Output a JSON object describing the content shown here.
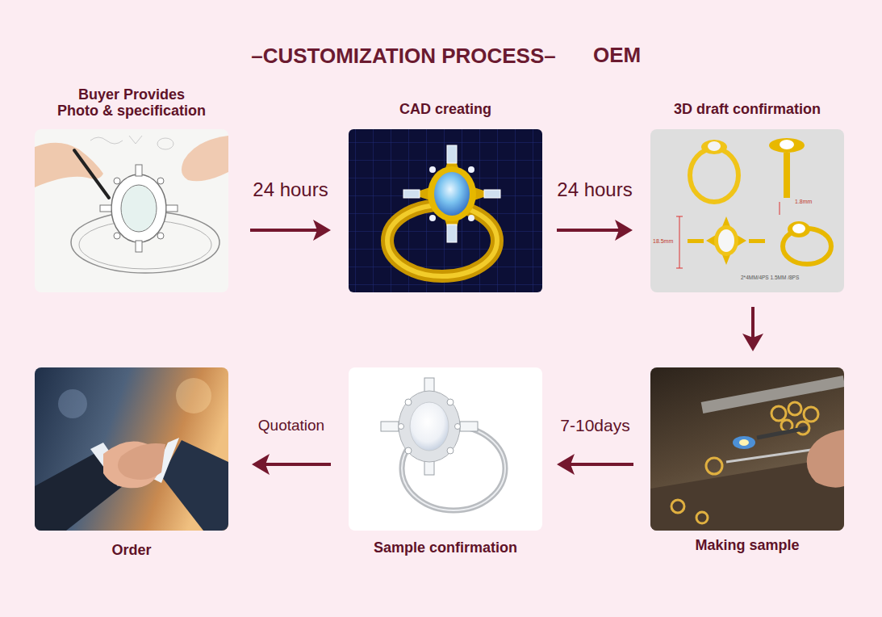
{
  "diagram": {
    "title": "–CUSTOMIZATION PROCESS–",
    "nodes": [
      {
        "text": [
          "Buyer Provides Photo & specification"
        ]
      },
      {
        "text": [
          "CAD creating"
        ]
      },
      {
        "text": [
          "3D draft confirmation"
        ]
      },
      {
        "text": [
          "Making sample"
        ]
      },
      {
        "text": [
          "Sample confirmation"
        ]
      },
      {
        "text": [
          "Order"
        ]
      }
    ],
    "edges": [
      {
        "from": 0,
        "to": 1,
        "arrow": "to",
        "label": "24 hours"
      },
      {
        "from": 1,
        "to": 2,
        "arrow": "to",
        "label": "24 hours"
      },
      {
        "from": 2,
        "to": 3,
        "arrow": "to"
      },
      {
        "from": 3,
        "to": 4,
        "arrow": "to",
        "label": "7-10days"
      },
      {
        "from": 4,
        "to": 5,
        "arrow": "to",
        "label": "Quotation"
      }
    ],
    "labels": [
      "OEM",
      "1.8mm",
      "18.5mm",
      "2*4MM/4PS 1.5MM /8PS"
    ]
  }
}
